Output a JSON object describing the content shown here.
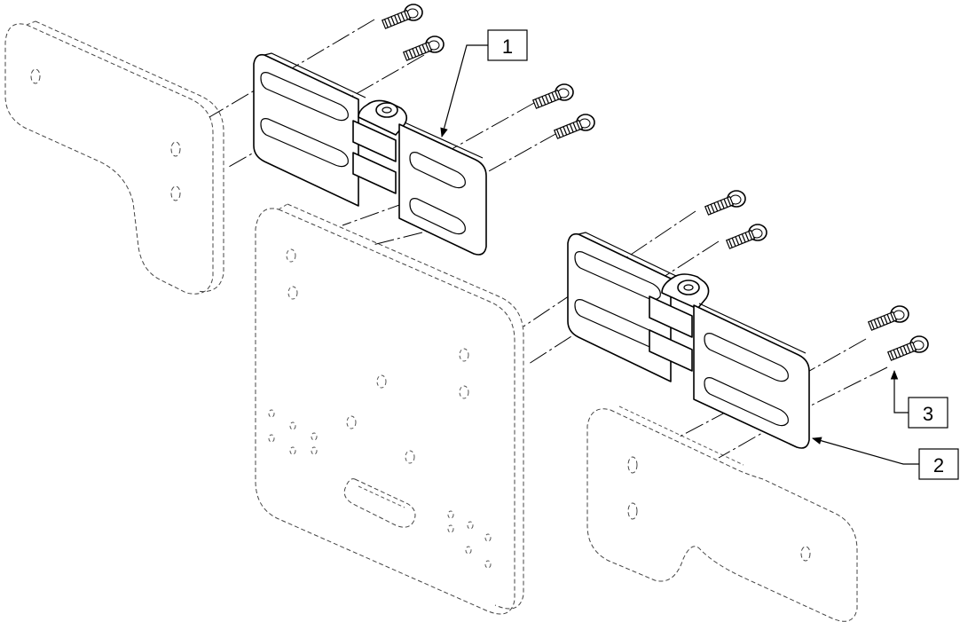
{
  "diagram": {
    "type": "exploded-assembly",
    "background": "#ffffff",
    "line_color": "#000000",
    "callouts": [
      {
        "id": "callout-1",
        "label": "1"
      },
      {
        "id": "callout-2",
        "label": "2"
      },
      {
        "id": "callout-3",
        "label": "3"
      }
    ]
  }
}
